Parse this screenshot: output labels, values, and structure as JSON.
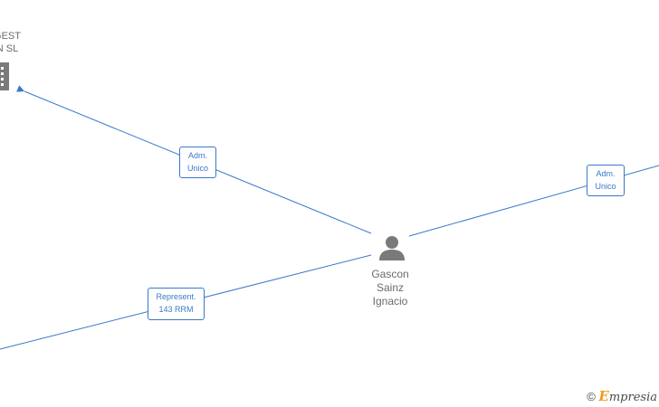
{
  "nodes": {
    "company": {
      "line1": "GEST",
      "line2": "N  SL"
    },
    "person": {
      "line1": "Gascon",
      "line2": "Sainz",
      "line3": "Ignacio"
    }
  },
  "edges": {
    "adm_left": {
      "line1": "Adm.",
      "line2": "Unico"
    },
    "adm_right": {
      "line1": "Adm.",
      "line2": "Unico"
    },
    "represent": {
      "line1": "Represent.",
      "line2": "143 RRM"
    }
  },
  "footer": {
    "copyright": "©",
    "brand_initial": "E",
    "brand_rest": "mpresia"
  },
  "colors": {
    "edge": "#3a78c9",
    "node": "#7a7a7a",
    "brand": "#f29a1a"
  }
}
